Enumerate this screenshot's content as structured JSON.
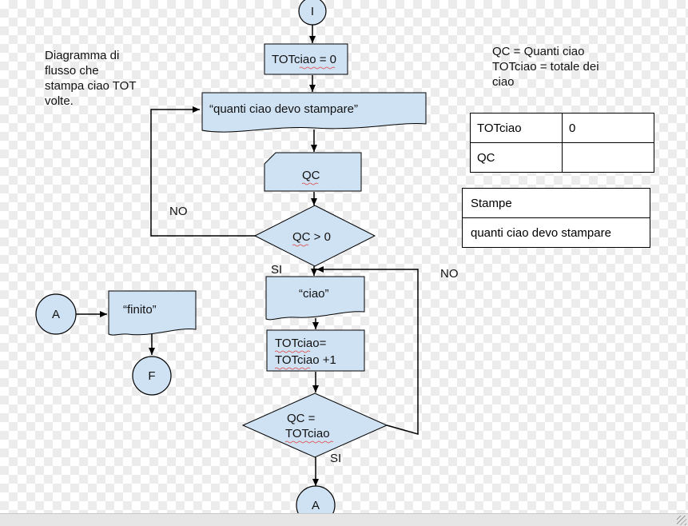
{
  "description": {
    "line1": "Diagramma di",
    "line2": "flusso che",
    "line3": "stampa ciao TOT",
    "line4": "volte."
  },
  "legend": {
    "line1": "QC = Quanti ciao",
    "line2": "TOTciao = totale dei",
    "line3": "ciao"
  },
  "flow": {
    "start": "I",
    "init": "TOTciao = 0",
    "prompt": "“quanti ciao devo stampare”",
    "input": "QC",
    "cond1": "QC > 0",
    "cond1_no": "NO",
    "cond1_si": "SI",
    "print_ciao": "“ciao”",
    "incr_line1": "TOTciao=",
    "incr_line2": "TOTciao +1",
    "cond2_line1": "QC =",
    "cond2_line2": "TOTciao",
    "cond2_no": "NO",
    "cond2_si": "SI",
    "connector_bottom": "A",
    "connector_left": "A",
    "finito": "“finito”",
    "end": "F"
  },
  "variables_table": {
    "rows": [
      {
        "name": "TOTciao",
        "value": "0"
      },
      {
        "name": "QC",
        "value": ""
      }
    ]
  },
  "prints_table": {
    "header": "Stampe",
    "rows": [
      "quanti ciao devo stampare"
    ]
  }
}
